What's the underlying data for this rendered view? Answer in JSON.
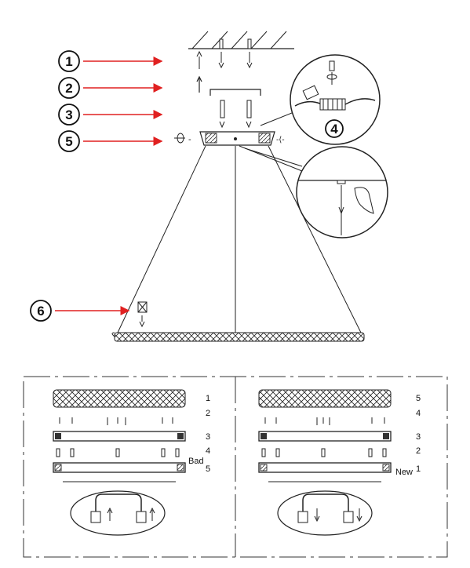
{
  "callouts": [
    {
      "label": "1"
    },
    {
      "label": "2"
    },
    {
      "label": "3"
    },
    {
      "label": "5"
    },
    {
      "label": "6"
    }
  ],
  "detail_callout": {
    "label": "4"
  },
  "colors": {
    "arrow": "#e02020",
    "line": "#222222",
    "frame": "#333333"
  },
  "panels": {
    "left": {
      "steps": [
        "1",
        "2",
        "3",
        "4",
        "5"
      ],
      "note": "Bad"
    },
    "right": {
      "steps": [
        "5",
        "4",
        "3",
        "2",
        "1"
      ],
      "note": "New"
    }
  }
}
